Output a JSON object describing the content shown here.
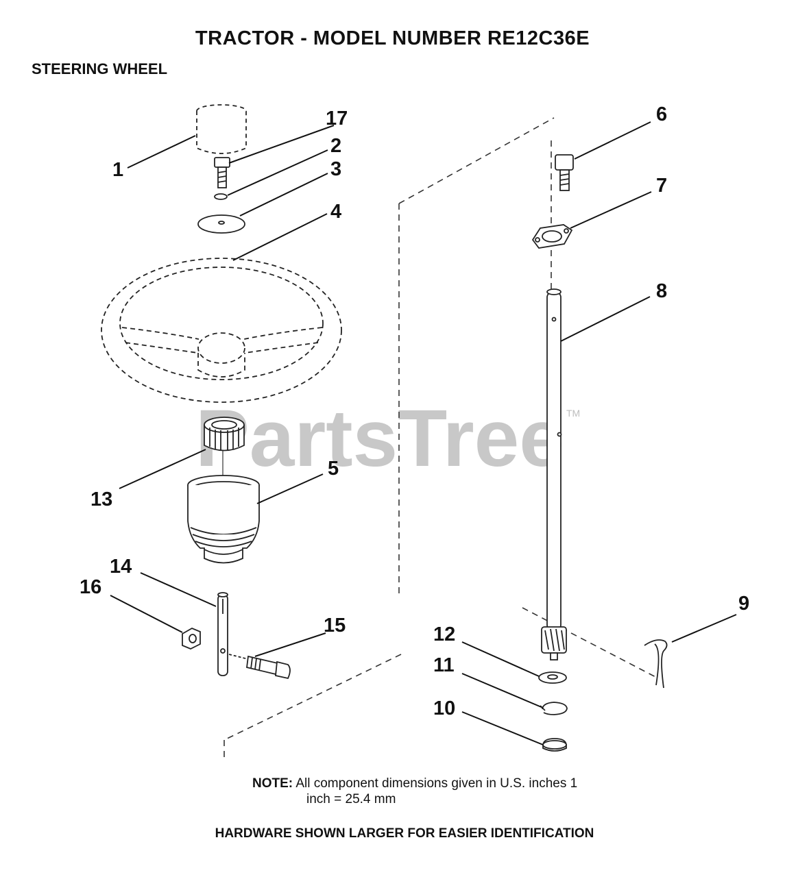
{
  "header": {
    "title": "TRACTOR  - MODEL NUMBER RE12C36E",
    "subtitle": "STEERING WHEEL"
  },
  "watermark": {
    "text": "PartsTree",
    "trademark": "TM"
  },
  "callouts": {
    "c1": "1",
    "c2": "2",
    "c3": "3",
    "c4": "4",
    "c5": "5",
    "c6": "6",
    "c7": "7",
    "c8": "8",
    "c9": "9",
    "c10": "10",
    "c11": "11",
    "c12": "12",
    "c13": "13",
    "c14": "14",
    "c15": "15",
    "c16": "16",
    "c17": "17"
  },
  "note": {
    "label": "NOTE:",
    "line1": "All component dimensions given in U.S. inches 1",
    "line2": "inch = 25.4 mm"
  },
  "footer": "HARDWARE SHOWN LARGER FOR EASIER IDENTIFICATION"
}
